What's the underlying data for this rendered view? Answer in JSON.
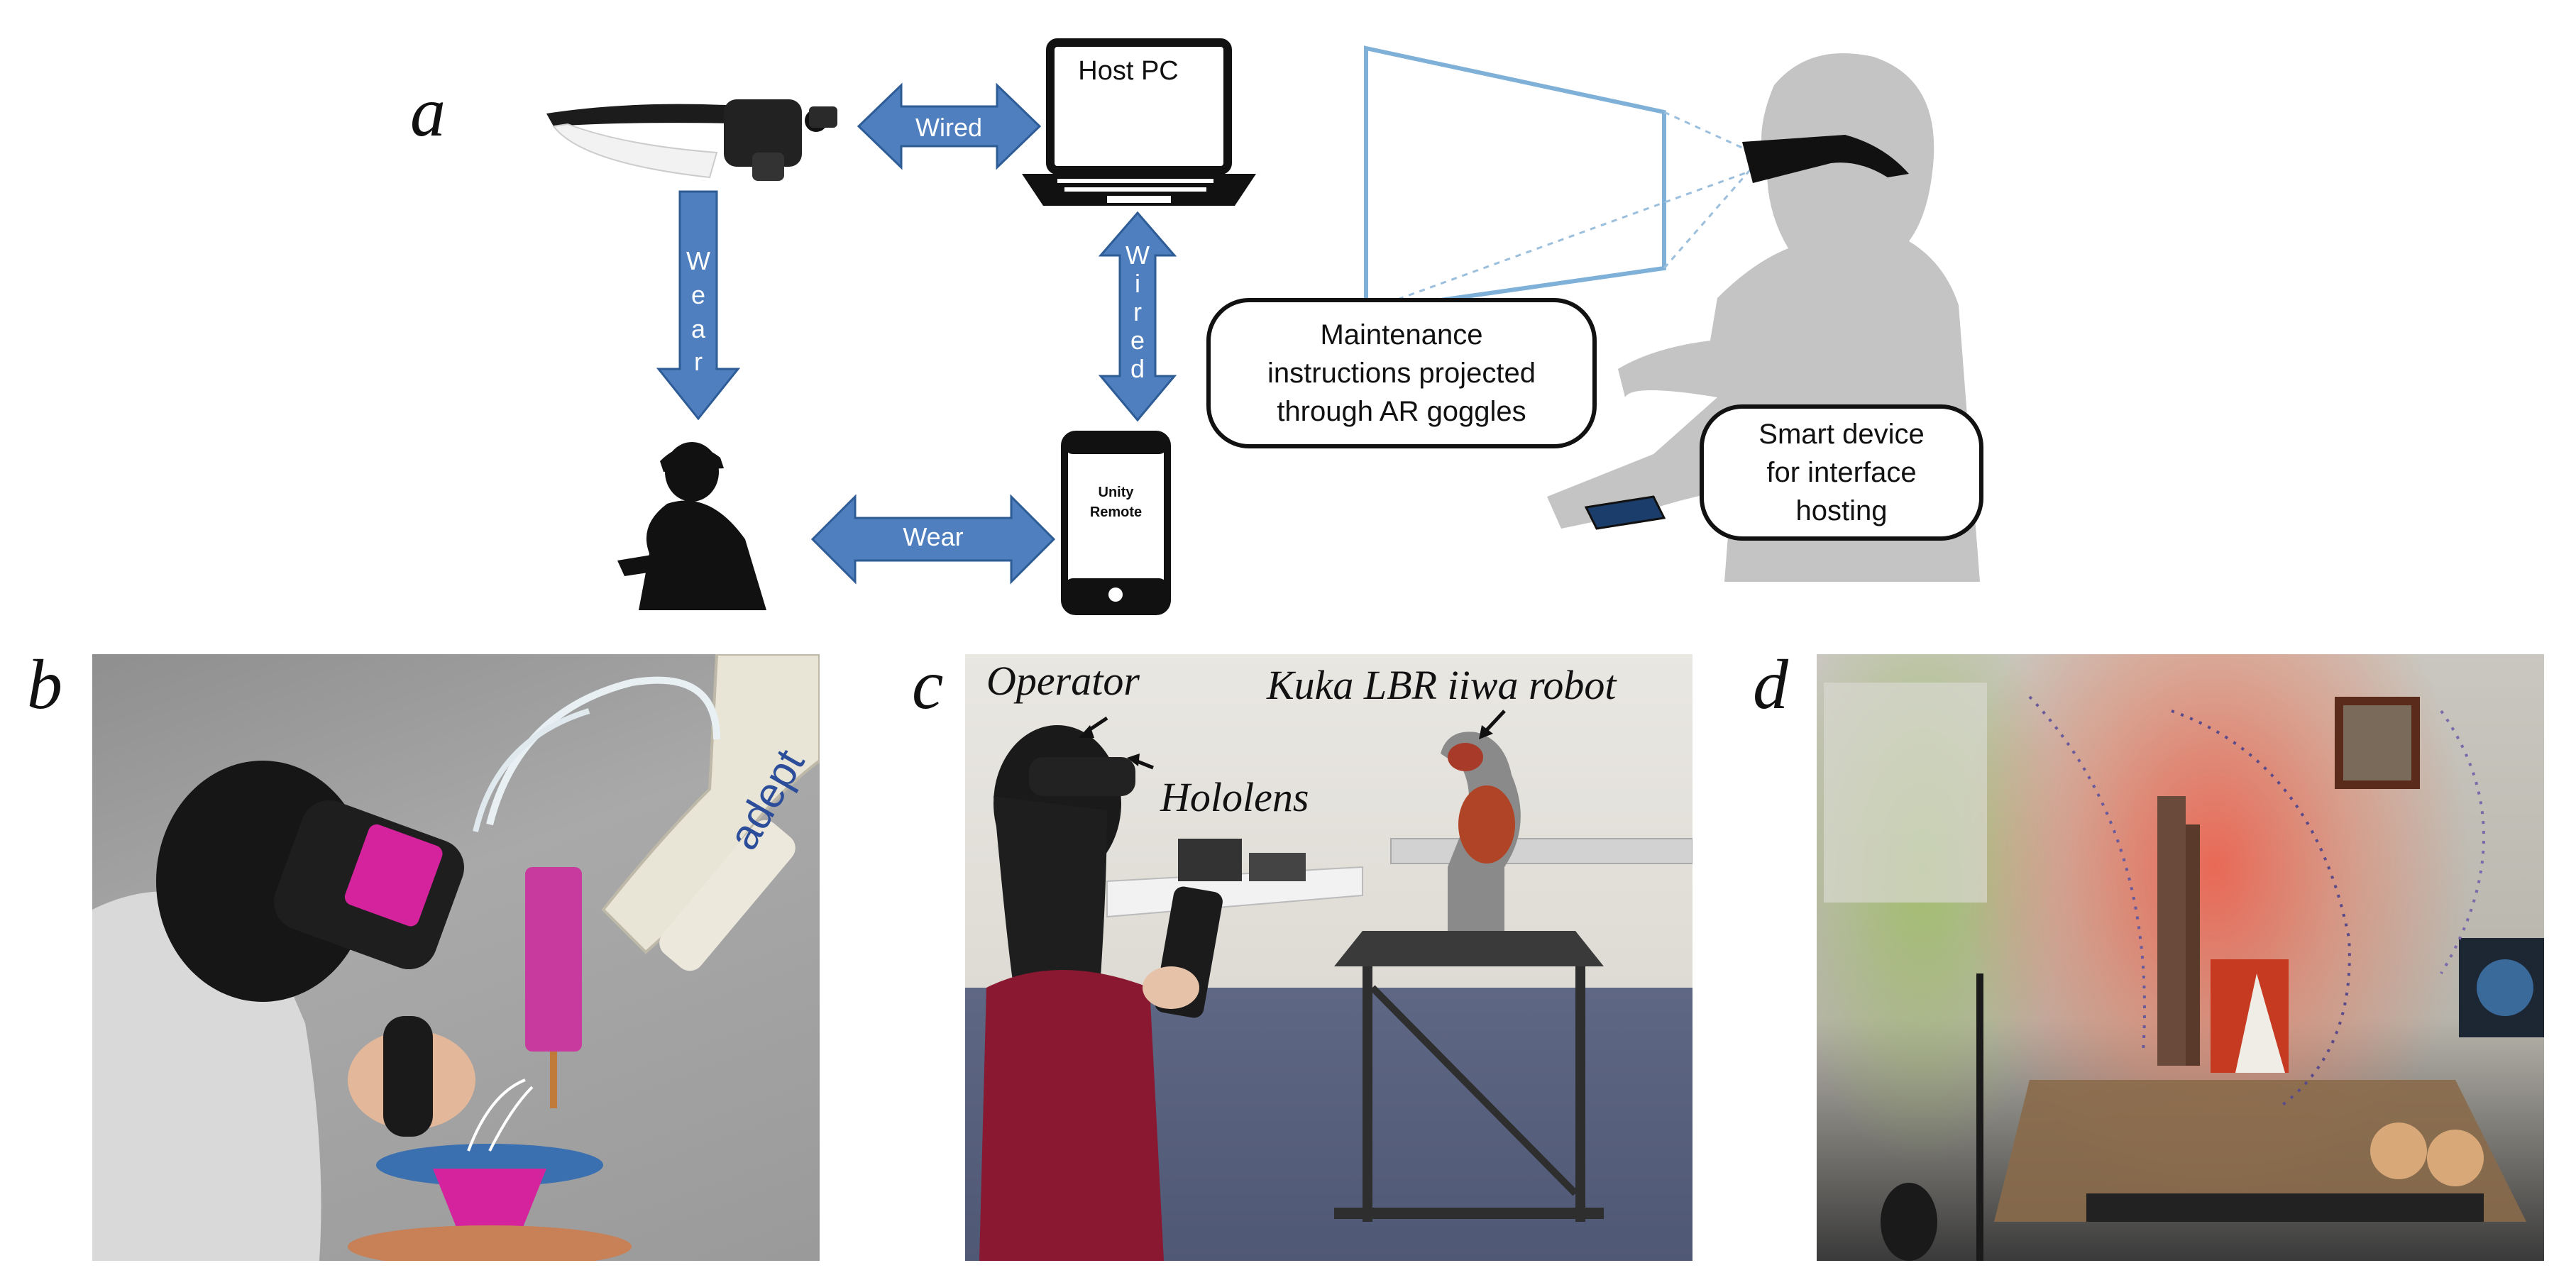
{
  "panels": {
    "a": {
      "letter": "a",
      "host_pc_label": "Host PC",
      "arrow_wired_horizontal": "Wired",
      "arrow_wired_vertical": "Wired",
      "arrow_wear_vertical": "Wear",
      "arrow_wear_horizontal": "Wear",
      "phone_text": "Unity\nRemote",
      "callout_left": "Maintenance\ninstructions projected\nthrough AR goggles",
      "callout_right": "Smart device\nfor interface\nhosting"
    },
    "b": {
      "letter": "b"
    },
    "c": {
      "letter": "c",
      "label_operator": "Operator",
      "label_robot": "Kuka LBR iiwa robot",
      "label_hololens": "Hololens"
    },
    "d": {
      "letter": "d"
    }
  },
  "colors": {
    "arrow_blue": "#4f7fbe",
    "silhouette_gray": "#c4c4c4",
    "screen_blue": "#7fb0d8",
    "accent_magenta": "#d4239c"
  }
}
